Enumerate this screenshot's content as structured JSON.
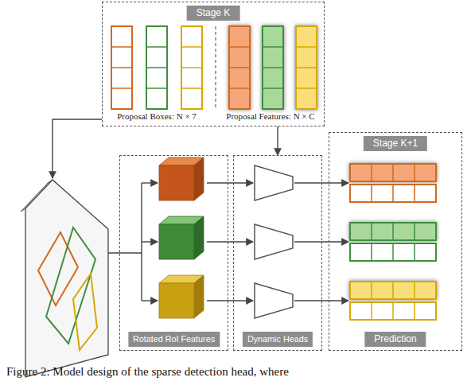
{
  "diagram": {
    "caption": "Figure 2: Model design of the sparse detection head, where",
    "nodes": [
      {
        "text": [
          "Stage K"
        ]
      },
      {
        "text": [
          "Rotated RoI Features"
        ]
      },
      {
        "text": [
          "Dynamic Heads"
        ]
      },
      {
        "text": [
          "Stage K+1",
          "Prediction"
        ]
      }
    ],
    "edges": [
      {
        "from": 0,
        "to": 2,
        "arrow": "to"
      }
    ],
    "labels": [
      "Proposal Boxes: N × 7",
      "Proposal Features: N × C"
    ]
  }
}
